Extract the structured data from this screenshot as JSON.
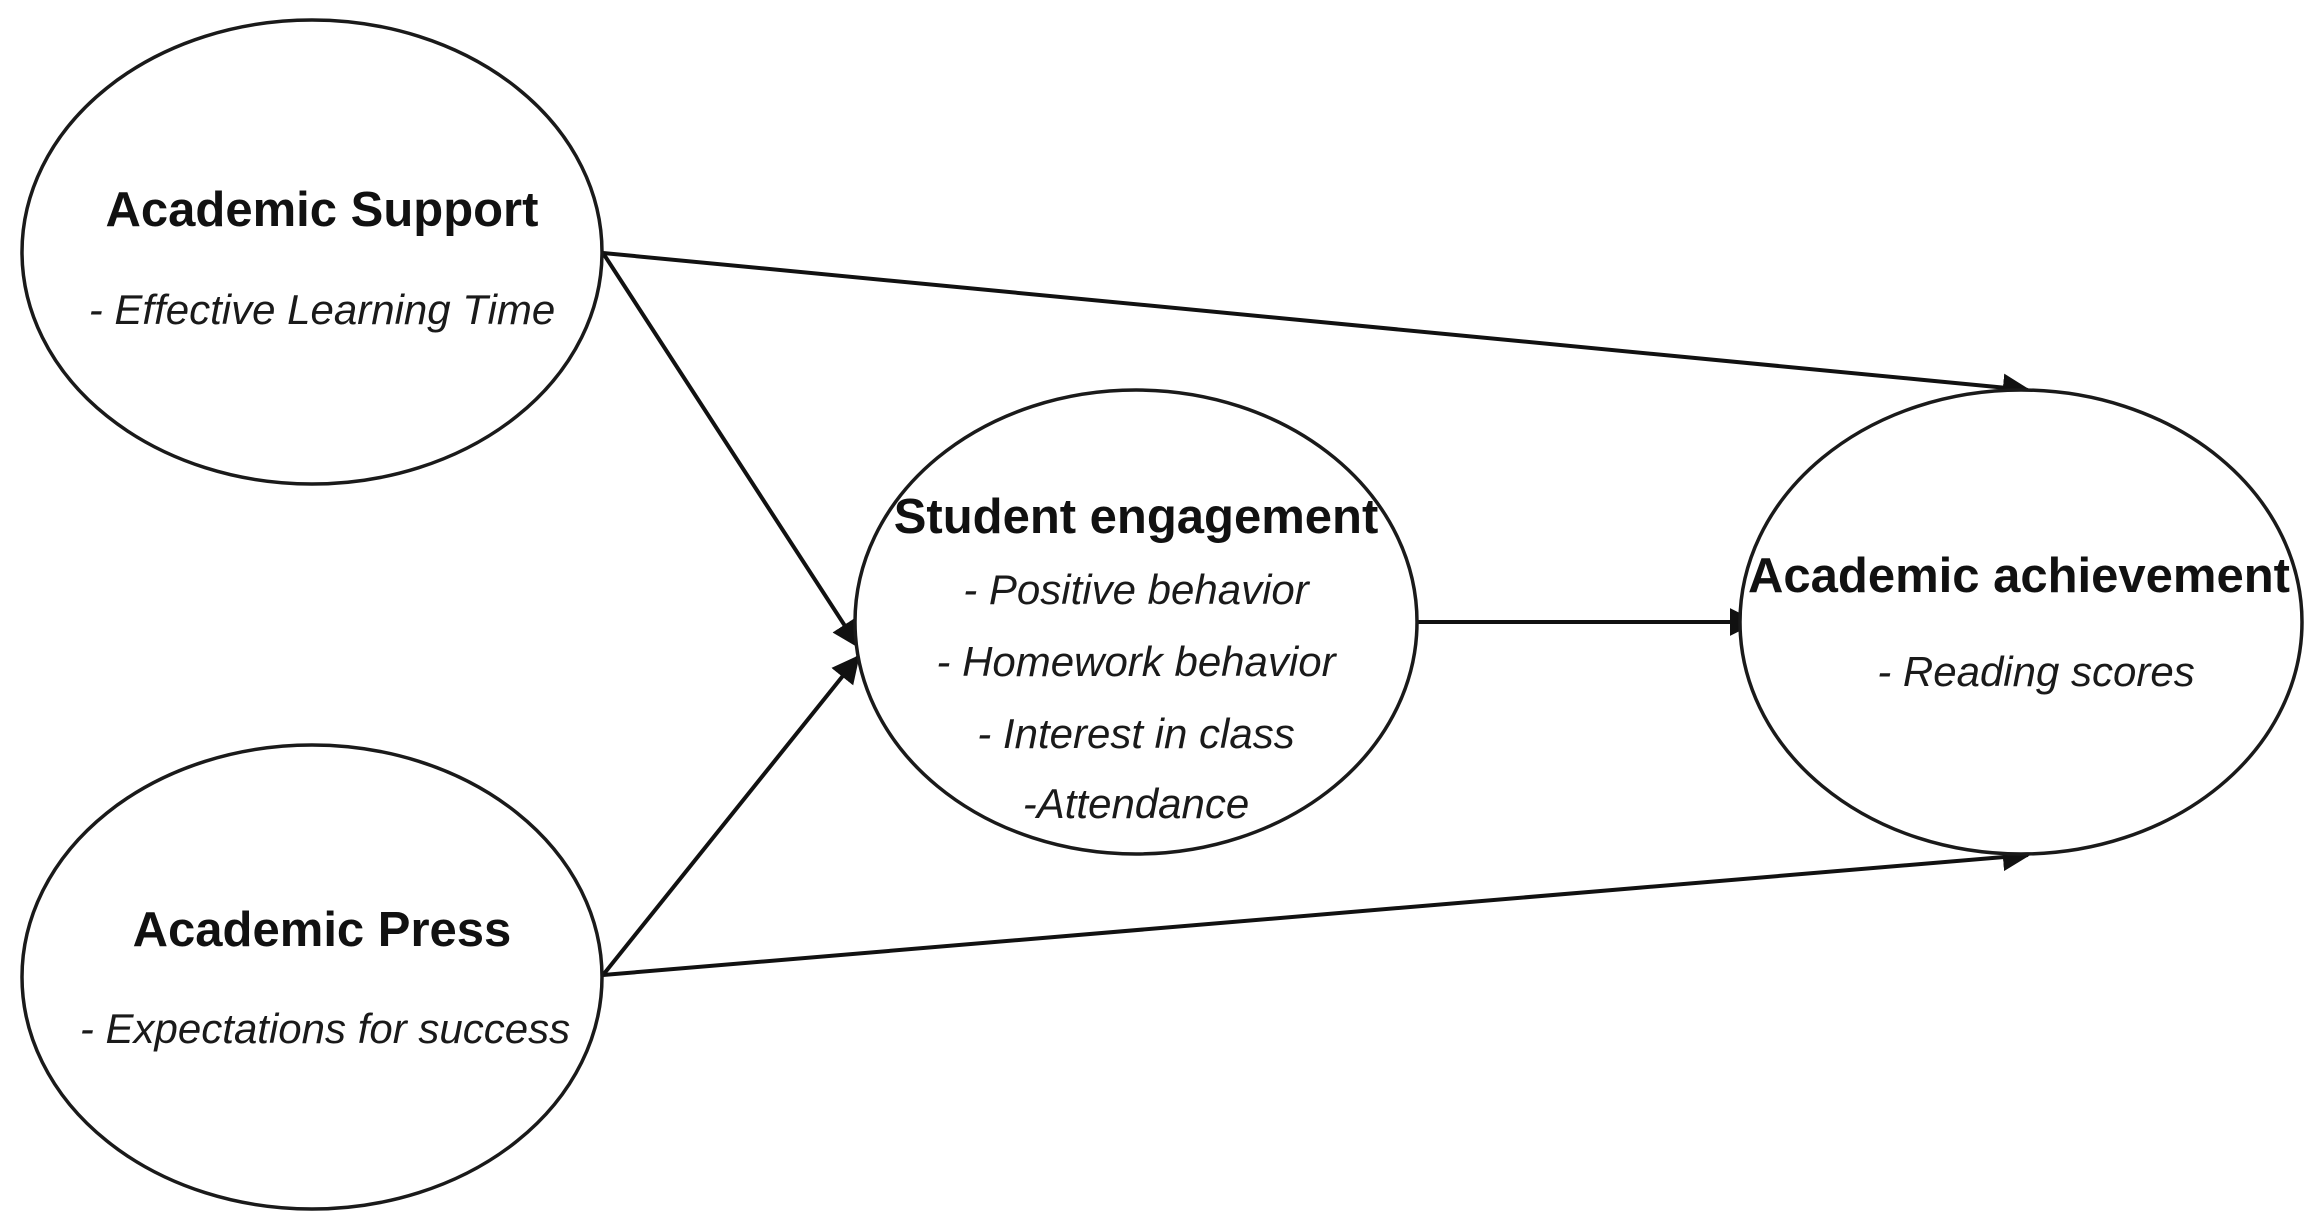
{
  "nodes": {
    "academic_support": {
      "title": "Academic Support",
      "items": [
        "- Effective Learning Time"
      ]
    },
    "academic_press": {
      "title": "Academic Press",
      "items": [
        "- Expectations for success"
      ]
    },
    "student_engagement": {
      "title": "Student engagement",
      "items": [
        "- Positive behavior",
        "- Homework behavior",
        "- Interest in class",
        "-Attendance"
      ]
    },
    "academic_achievement": {
      "title": "Academic achievement",
      "items": [
        "- Reading scores"
      ]
    }
  },
  "edges": [
    {
      "from": "academic_support",
      "to": "student_engagement"
    },
    {
      "from": "academic_support",
      "to": "academic_achievement"
    },
    {
      "from": "academic_press",
      "to": "student_engagement"
    },
    {
      "from": "academic_press",
      "to": "academic_achievement"
    },
    {
      "from": "student_engagement",
      "to": "academic_achievement"
    }
  ],
  "colors": {
    "stroke": "#111111",
    "fill": "#ffffff",
    "text": "#111111"
  }
}
